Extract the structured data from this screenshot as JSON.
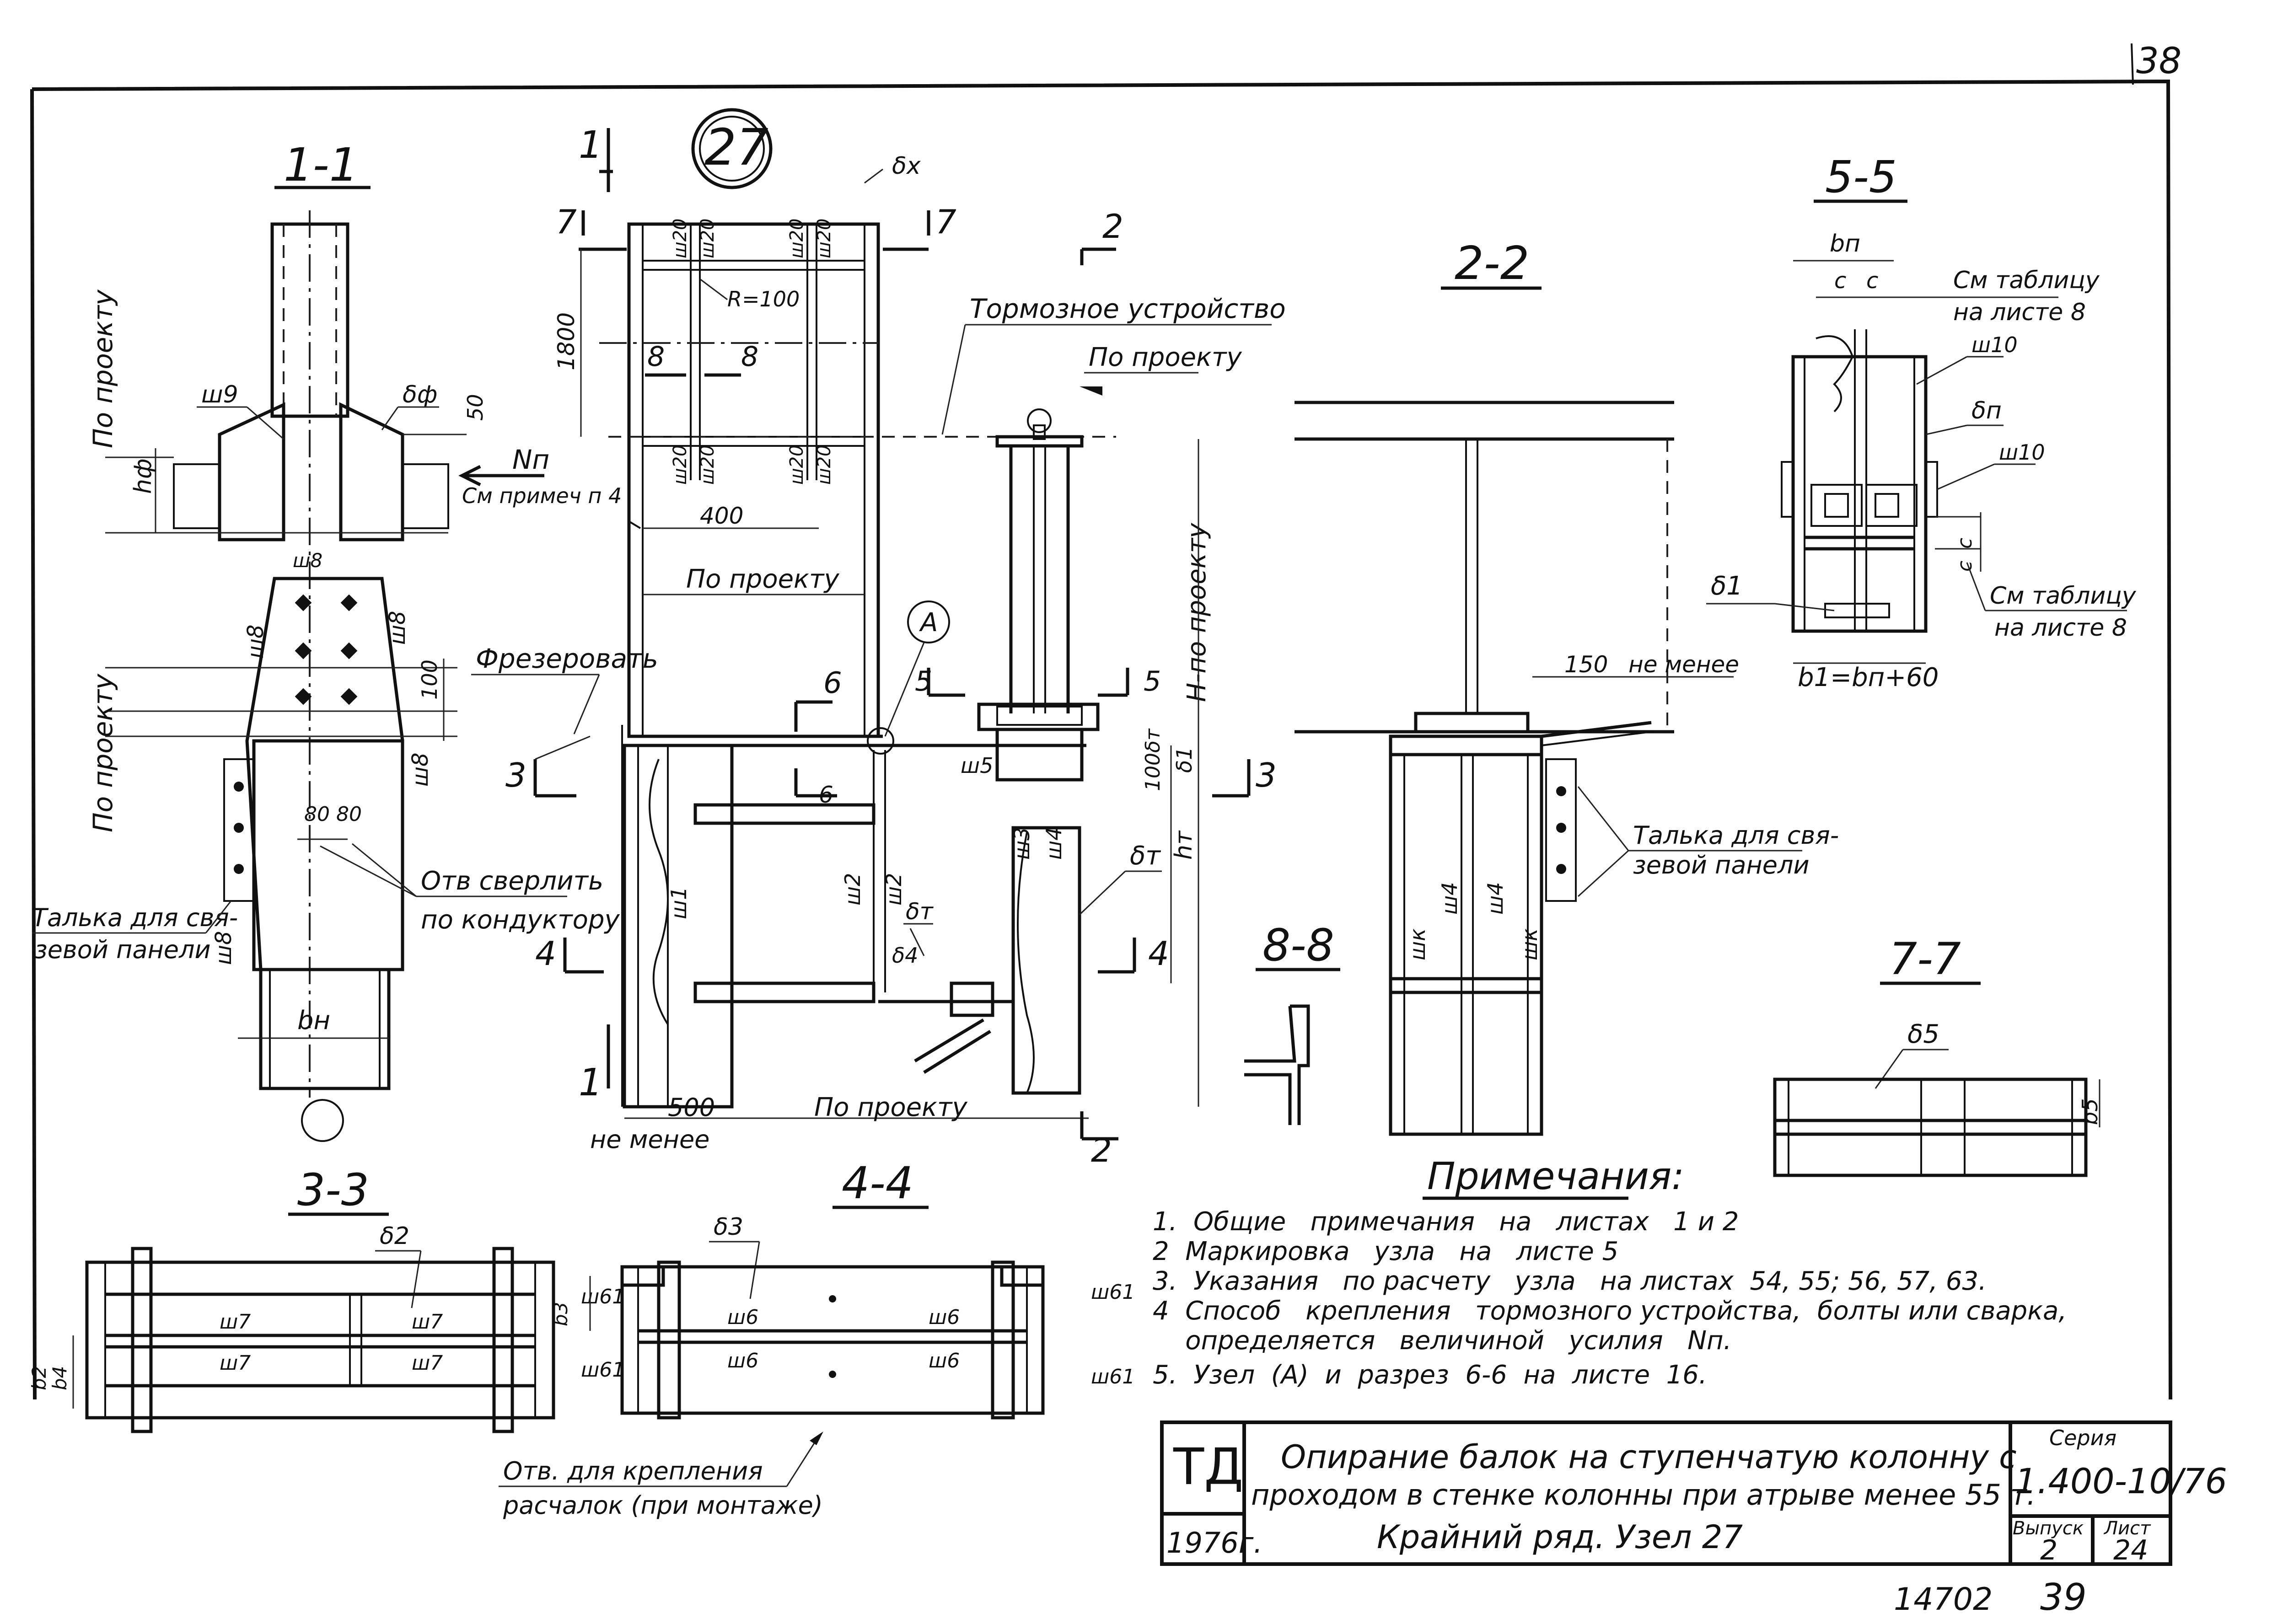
{
  "page": {
    "sheet_corner_number": "38",
    "node_number": "27",
    "footer_archive_number": "14702",
    "footer_page_number": "39"
  },
  "sections": {
    "s11": "1-1",
    "s22": "2-2",
    "s55": "5-5",
    "s33": "3-3",
    "s44": "4-4",
    "s77": "7-7",
    "s88": "8-8"
  },
  "labels": {
    "po_proektu": "По проекту",
    "sh9": "ш9",
    "delta_f": "δф",
    "h_f": "hф",
    "dim_50": "50",
    "N_p": "Nп",
    "sm_primech": "См примеч п 4",
    "sh8": "ш8",
    "dim_100": "100",
    "dim_80_80": "80 80",
    "otv_sverlit_1": "Отв сверлить",
    "otv_sverlit_2": "по кондуктору",
    "talka_1": "Талька для свя-",
    "talka_2": "зевой панели",
    "b_n": "bн",
    "delta_x": "δх",
    "sh20": "ш20",
    "R100": "R=100",
    "dim_1800": "1800",
    "tormoz": "Тормозное устройство",
    "dim_400": "400",
    "frezerovat": "Фрезеровать",
    "node_A": "А",
    "H_po_proektu": "Н-по проекту",
    "sh5": "ш5",
    "sh3": "ш3",
    "sh4": "ш4",
    "sh1": "ш1",
    "sh2": "ш2",
    "dim_100_dt": "100δт",
    "delta_1": "δ1",
    "h_t": "hт",
    "delta_t": "δт",
    "delta_4": "δ4",
    "dim_500": "500",
    "ne_menee": "не менее",
    "dim_150": "150",
    "sh_k": "шк",
    "b_p": "bп",
    "c": "c",
    "sm_tabl_1": "См таблицу",
    "sm_tabl_2": "на листе 8",
    "sh10": "ш10",
    "delta_p": "δп",
    "b1_formula": "b1=bп+60",
    "delta_5": "δ5",
    "b_5": "b5",
    "delta_2": "δ2",
    "sh7": "ш7",
    "b_2": "b2",
    "b_4": "b4",
    "delta_3": "δ3",
    "b_3": "b3",
    "sh6": "ш6",
    "sh61": "ш61",
    "otv_rasch_1": "Отв. для крепления",
    "otv_rasch_2": "расчалок (при монтаже)",
    "cut_1": "1",
    "cut_2": "2",
    "cut_3": "3",
    "cut_4": "4",
    "cut_5": "5",
    "cut_6": "6",
    "cut_7": "7",
    "cut_8": "8"
  },
  "notes": {
    "title": "Примечания:",
    "items": [
      "1.  Общие   примечания   на   листах   1 и 2",
      "2  Маркировка   узла   на   листе 5",
      "3.  Указания   по расчету   узла   на листах  54, 55; 56, 57, 63.",
      "4  Способ   крепления   тормозного устройства,  болты или сварка,",
      "    определяется   величиной   усилия   Nп.",
      "5.  Узел  (А)  и  разрез  6-6  на  листе  16."
    ]
  },
  "title_block": {
    "org": "ТД",
    "year": "1976г.",
    "title_line1": "Опирание балок на ступенчатую колонну с",
    "title_line2": "проходом в стенке колонны при атрыве менее 55 т.",
    "title_line3": "Крайний  ряд.  Узел 27",
    "series_label": "Серия",
    "series_value": "1.400-10/76",
    "issue_label": "Выпуск",
    "issue_value": "2",
    "sheet_label": "Лист",
    "sheet_value": "24"
  }
}
